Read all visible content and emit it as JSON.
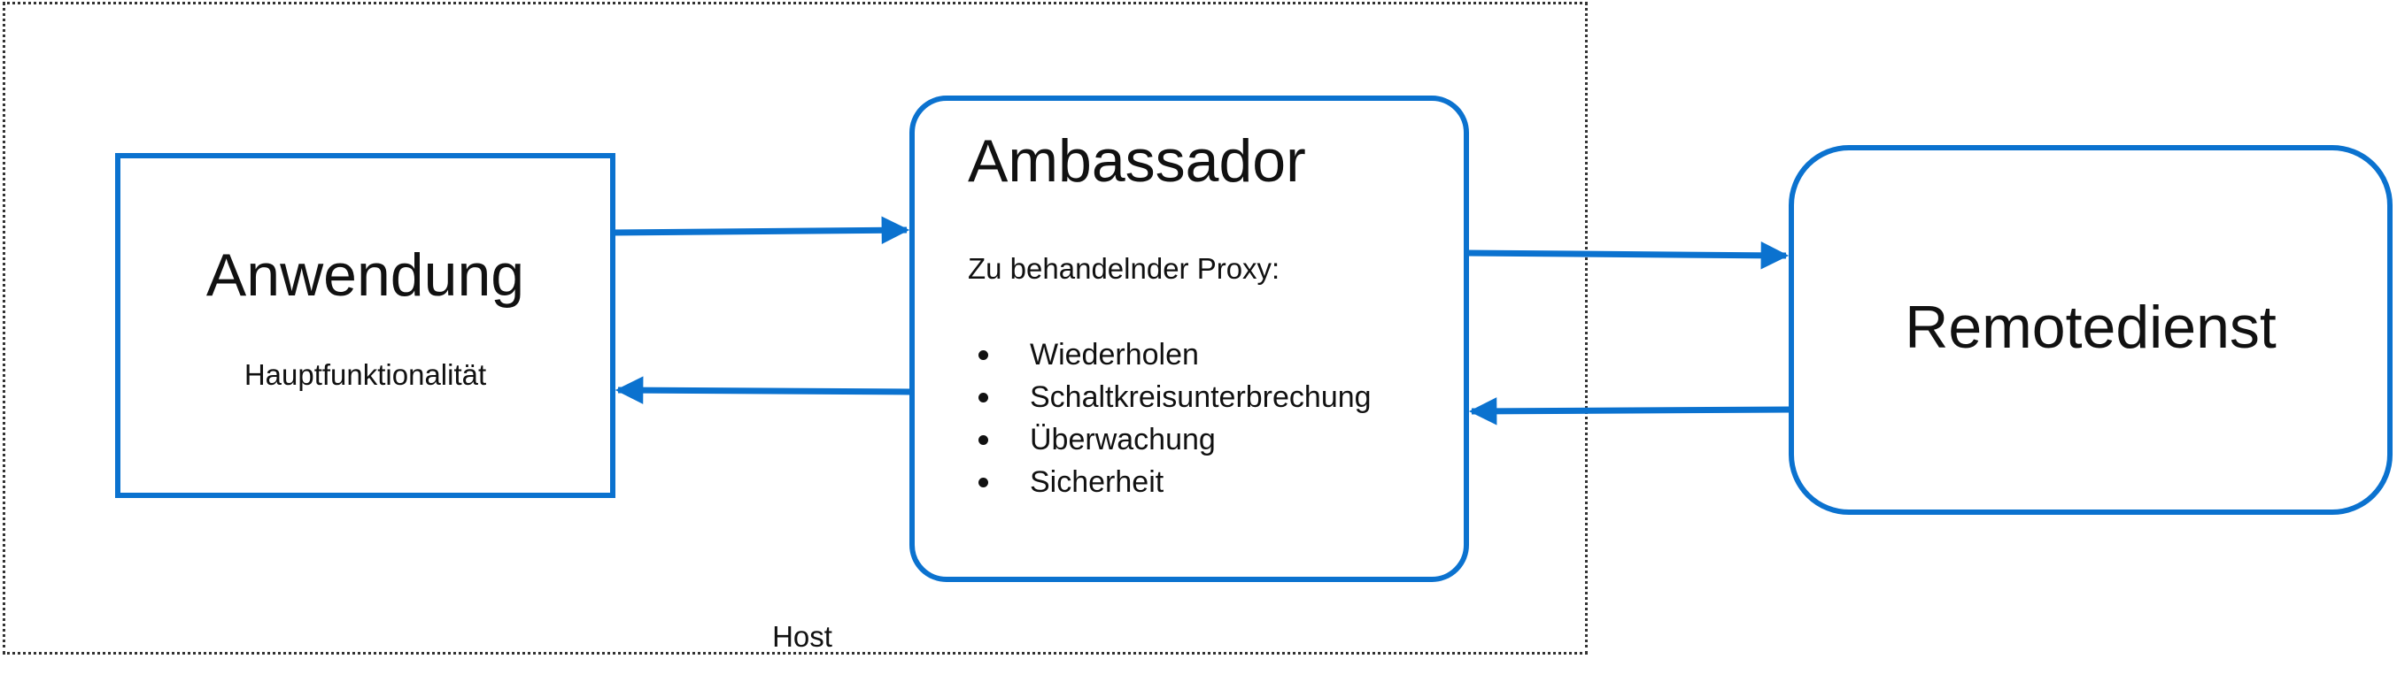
{
  "host": {
    "label": "Host"
  },
  "application": {
    "title": "Anwendung",
    "subtitle": "Hauptfunktionalität"
  },
  "ambassador": {
    "title": "Ambassador",
    "subtitle": "Zu behandelnder Proxy:",
    "items": [
      "Wiederholen",
      "Schaltkreisunterbrechung",
      "Überwachung",
      "Sicherheit"
    ]
  },
  "remote": {
    "title": "Remotedienst"
  },
  "colors": {
    "accent": "#0B72CF",
    "text": "#111111",
    "boundary": "#333333",
    "background": "#ffffff"
  }
}
